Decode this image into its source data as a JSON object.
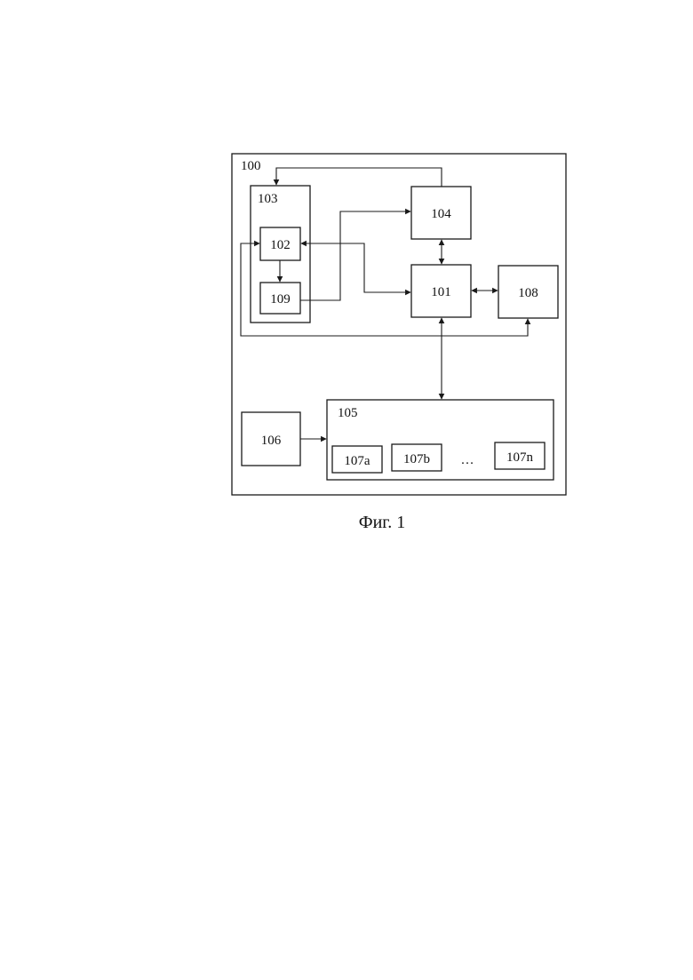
{
  "diagram": {
    "blocks": {
      "b100": "100",
      "b103": "103",
      "b104": "104",
      "b102": "102",
      "b109": "109",
      "b101": "101",
      "b108": "108",
      "b105": "105",
      "b106": "106",
      "b107a": "107a",
      "b107b": "107b",
      "ellipsis": "…",
      "b107n": "107n"
    },
    "caption": "Фиг. 1"
  }
}
